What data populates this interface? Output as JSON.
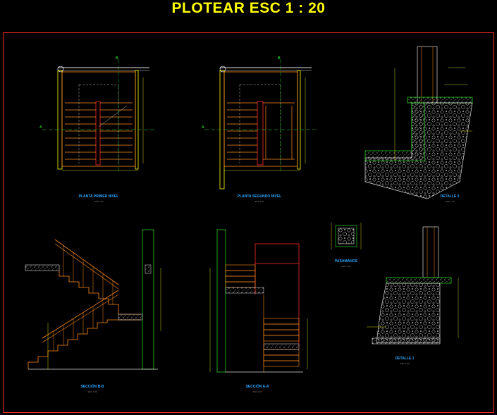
{
  "sheet_title": "PLOTEAR ESC 1 : 20",
  "colors": {
    "background": "#000000",
    "title": "#ffff00",
    "frame": "#ff2a2a",
    "view_label": "#2aa8ff",
    "stair": "#ff8c1a",
    "wall": "#e0e0e0",
    "dimension": "#ffff00",
    "hatch": "#ffffff",
    "green": "#22cc22"
  },
  "views": {
    "planta_primer_nivel": "PLANTA PRIMER NIVEL",
    "planta_segundo_nivel": "PLANTA SEGUNDO NIVEL",
    "detalle_2": "DETALLE 2",
    "seccion_bb": "SECCIÓN B-B",
    "seccion_aa": "SECCIÓN A-A",
    "pasamanos": "PASAMANOS",
    "detalle_1": "DETALLE 1"
  },
  "scale_note": "ESC 1:20",
  "section_markers": {
    "a": "A",
    "b": "B"
  }
}
